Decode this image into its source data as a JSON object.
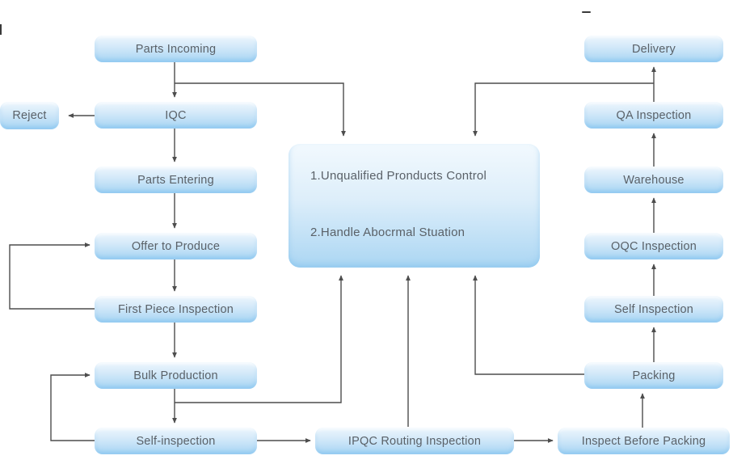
{
  "diagram": {
    "colors": {
      "background": "#ffffff",
      "box_gradient_top": "#eef7fd",
      "box_gradient_bottom": "#a6d4f3",
      "text": "#5a6168",
      "arrow": "#4d4d4d"
    },
    "nodes": {
      "reject": {
        "label": "Reject"
      },
      "parts_incoming": {
        "label": "Parts Incoming"
      },
      "iqc": {
        "label": "IQC"
      },
      "parts_entering": {
        "label": "Parts Entering"
      },
      "offer_to_produce": {
        "label": "Offer to Produce"
      },
      "first_piece_inspection": {
        "label": "First Piece Inspection"
      },
      "bulk_production": {
        "label": "Bulk Production"
      },
      "self_inspection_left": {
        "label": "Self-inspection"
      },
      "ipqc_routing_inspection": {
        "label": "IPQC Routing Inspection"
      },
      "inspect_before_packing": {
        "label": "Inspect Before Packing"
      },
      "packing": {
        "label": "Packing"
      },
      "self_inspection_right": {
        "label": "Self Inspection"
      },
      "oqc_inspection": {
        "label": "OQC Inspection"
      },
      "warehouse": {
        "label": "Warehouse"
      },
      "qa_inspection": {
        "label": "QA Inspection"
      },
      "delivery": {
        "label": "Delivery"
      }
    },
    "center_box": {
      "line1": "1.Unqualified Pronducts Control",
      "line2": "2.Handle Abocrmal Stuation"
    }
  }
}
